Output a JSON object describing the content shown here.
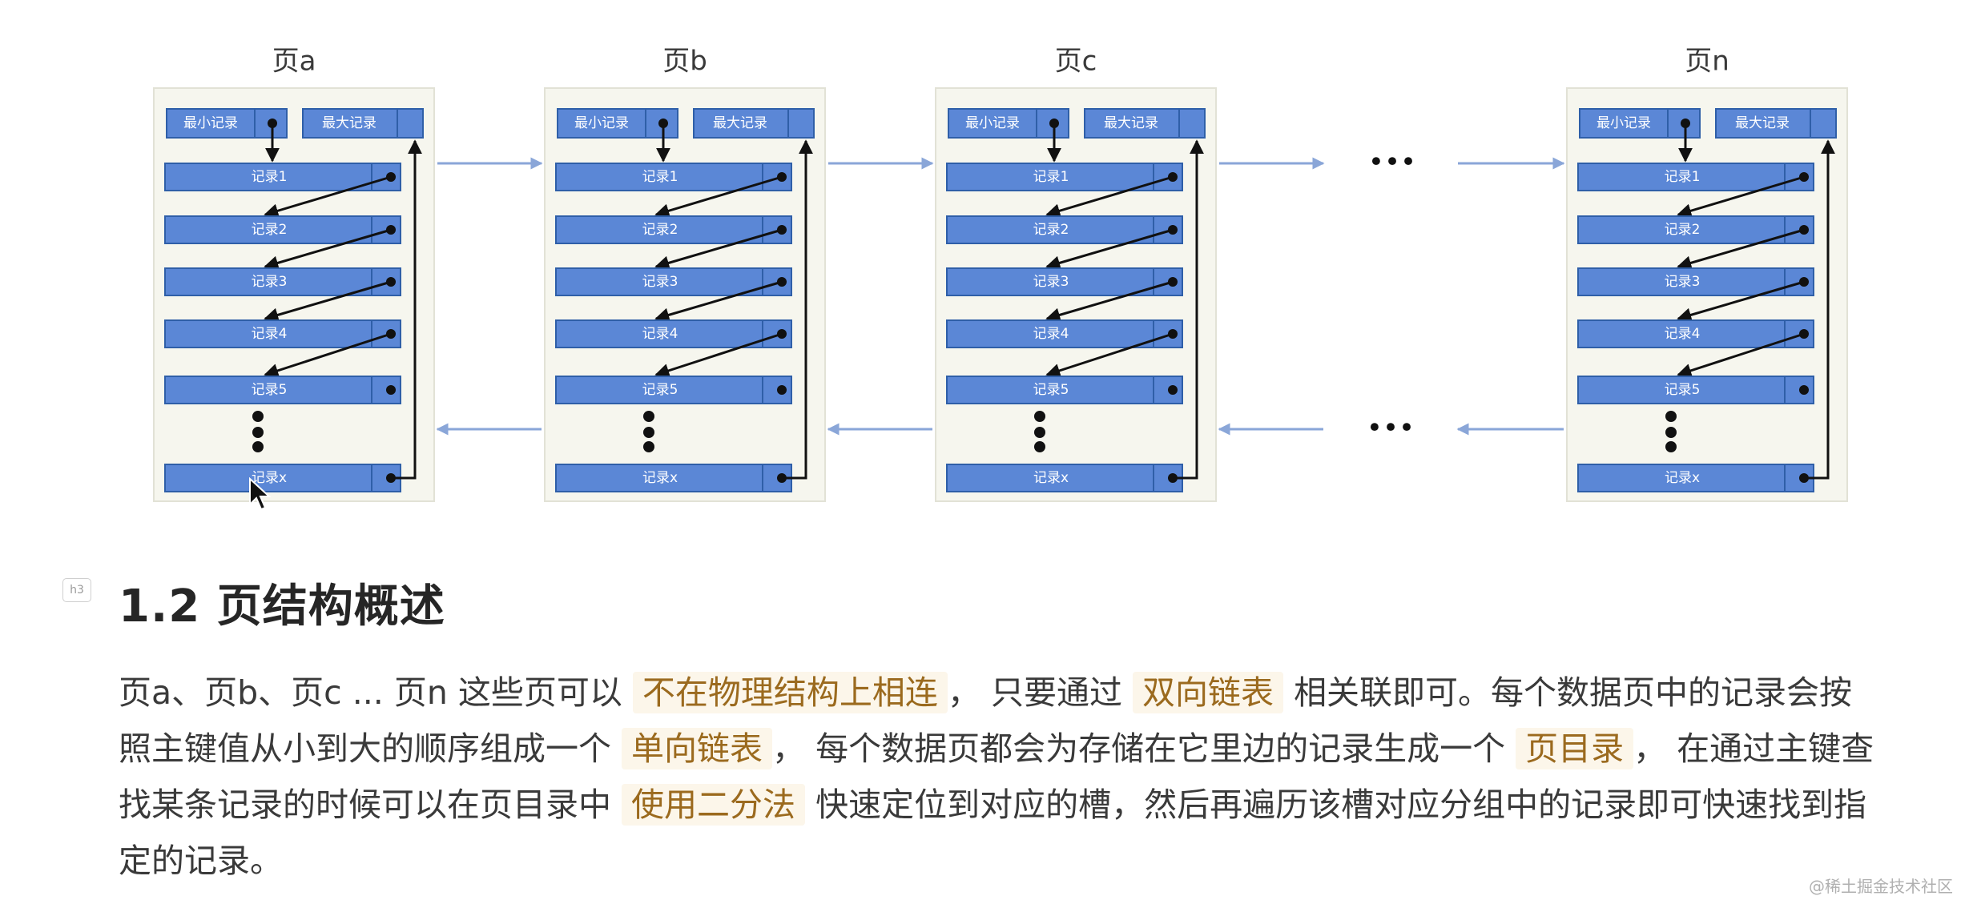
{
  "diagram": {
    "pages": [
      {
        "label": "页a"
      },
      {
        "label": "页b"
      },
      {
        "label": "页c"
      },
      {
        "label": "页n"
      }
    ],
    "header_cells": {
      "min": "最小记录",
      "max": "最大记录"
    },
    "records": [
      "记录1",
      "记录2",
      "记录3",
      "记录4",
      "记录5"
    ],
    "last_record": "记录x",
    "ellipsis": "•••"
  },
  "section": {
    "tag": "h3",
    "title": "1.2 页结构概述"
  },
  "paragraph": {
    "t1": "页a、页b、页c ... 页n 这些页可以",
    "h1": "不在物理结构上相连",
    "t2": "， 只要通过",
    "h2": "双向链表",
    "t3": "相关联即可。每个数据页中的记录会按照主键值从小到大的顺序组成一个",
    "h3": "单向链表",
    "t4": "， 每个数据页都会为存储在它里边的记录生成一个",
    "h4": "页目录",
    "t5": "， 在通过主键查找某条记录的时候可以在页目录中",
    "h5": "使用二分法",
    "t6": "快速定位到对应的槽，然后再遍历该槽对应分组中的记录即可快速找到指定的记录。"
  },
  "watermark": "@稀土掘金技术社区",
  "colors": {
    "record_fill": "#5b87d6",
    "record_border": "#2f5fa8",
    "page_bg": "#f6f6ee",
    "link_arrow": "#8aa6d8",
    "highlight_bg": "#fcf6ea",
    "highlight_text": "#9b6a1e"
  }
}
